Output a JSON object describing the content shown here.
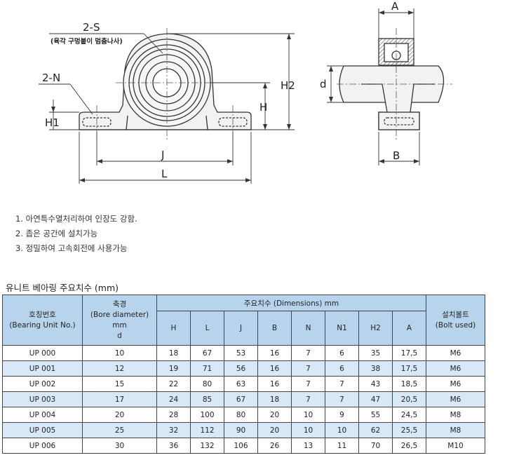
{
  "drawing": {
    "label_2s": "2-S",
    "label_2s_note": "(육각 구멍붙이 멈춤나사)",
    "label_2n": "2-N",
    "label_h1": "H1",
    "label_h": "H",
    "label_h2": "H2",
    "label_j": "J",
    "label_l": "L",
    "label_a": "A",
    "label_d": "d",
    "label_b": "B"
  },
  "notes": [
    "1. 아연특수열처리하여 인장도 강함.",
    "2. 좁은 공간에 설치가능",
    "3. 정밀하여 고속회전에 사용가능"
  ],
  "table_title": "유니트 베아링 주요치수 (mm)",
  "table": {
    "col_unit": [
      "호칭번호",
      "(Bearing Unit No.)"
    ],
    "col_bore": [
      "축경",
      "(Bore diameter)",
      "mm",
      "d"
    ],
    "col_dims": "주요치수 (Dimensions) mm",
    "col_bolt": [
      "설치볼트",
      "(Bolt used)"
    ],
    "dim_headers": [
      "H",
      "L",
      "J",
      "B",
      "N",
      "N1",
      "H2",
      "A"
    ],
    "rows": [
      [
        "UP 000",
        "10",
        "18",
        "67",
        "53",
        "16",
        "7",
        "6",
        "35",
        "17,5",
        "M6"
      ],
      [
        "UP 001",
        "12",
        "19",
        "71",
        "56",
        "16",
        "7",
        "6",
        "38",
        "17,5",
        "M6"
      ],
      [
        "UP 002",
        "15",
        "22",
        "80",
        "63",
        "16",
        "7",
        "7",
        "43",
        "18,5",
        "M6"
      ],
      [
        "UP 003",
        "17",
        "24",
        "85",
        "67",
        "18",
        "7",
        "7",
        "47",
        "20,5",
        "M6"
      ],
      [
        "UP 004",
        "20",
        "28",
        "100",
        "80",
        "20",
        "10",
        "9",
        "55",
        "24,5",
        "M8"
      ],
      [
        "UP 005",
        "25",
        "32",
        "112",
        "90",
        "20",
        "10",
        "10",
        "62",
        "25,5",
        "M8"
      ],
      [
        "UP 006",
        "30",
        "36",
        "132",
        "106",
        "26",
        "13",
        "11",
        "70",
        "26,5",
        "M10"
      ]
    ]
  }
}
